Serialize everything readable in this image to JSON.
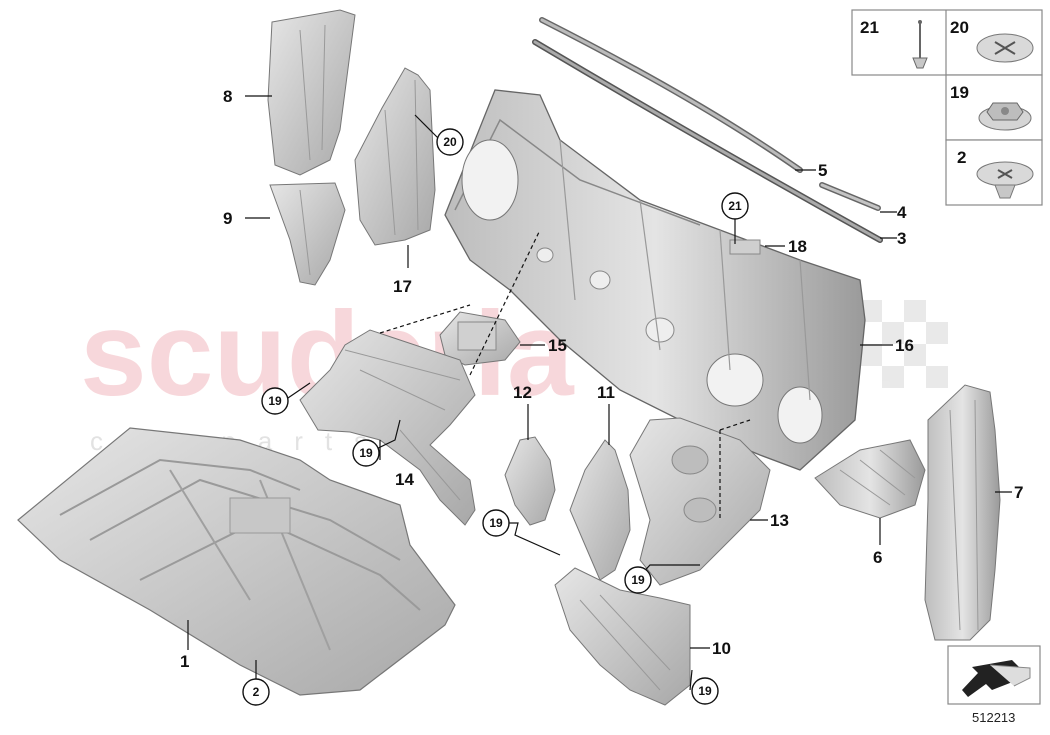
{
  "watermark": {
    "brand": "scuderia",
    "sub": "car parts"
  },
  "diagram_number": "512213",
  "callouts": [
    "1",
    "2",
    "3",
    "4",
    "5",
    "6",
    "7",
    "8",
    "9",
    "10",
    "11",
    "12",
    "13",
    "14",
    "15",
    "16",
    "17",
    "18"
  ],
  "circled": [
    "19",
    "20",
    "21",
    "2"
  ],
  "legend": [
    "21",
    "20",
    "19",
    "2"
  ],
  "colors": {
    "part_fill": "#d6d6d6",
    "part_shade": "#a9a9a9",
    "part_dark": "#7a7a7a",
    "line": "#111111",
    "watermark": "#f2b8be"
  }
}
